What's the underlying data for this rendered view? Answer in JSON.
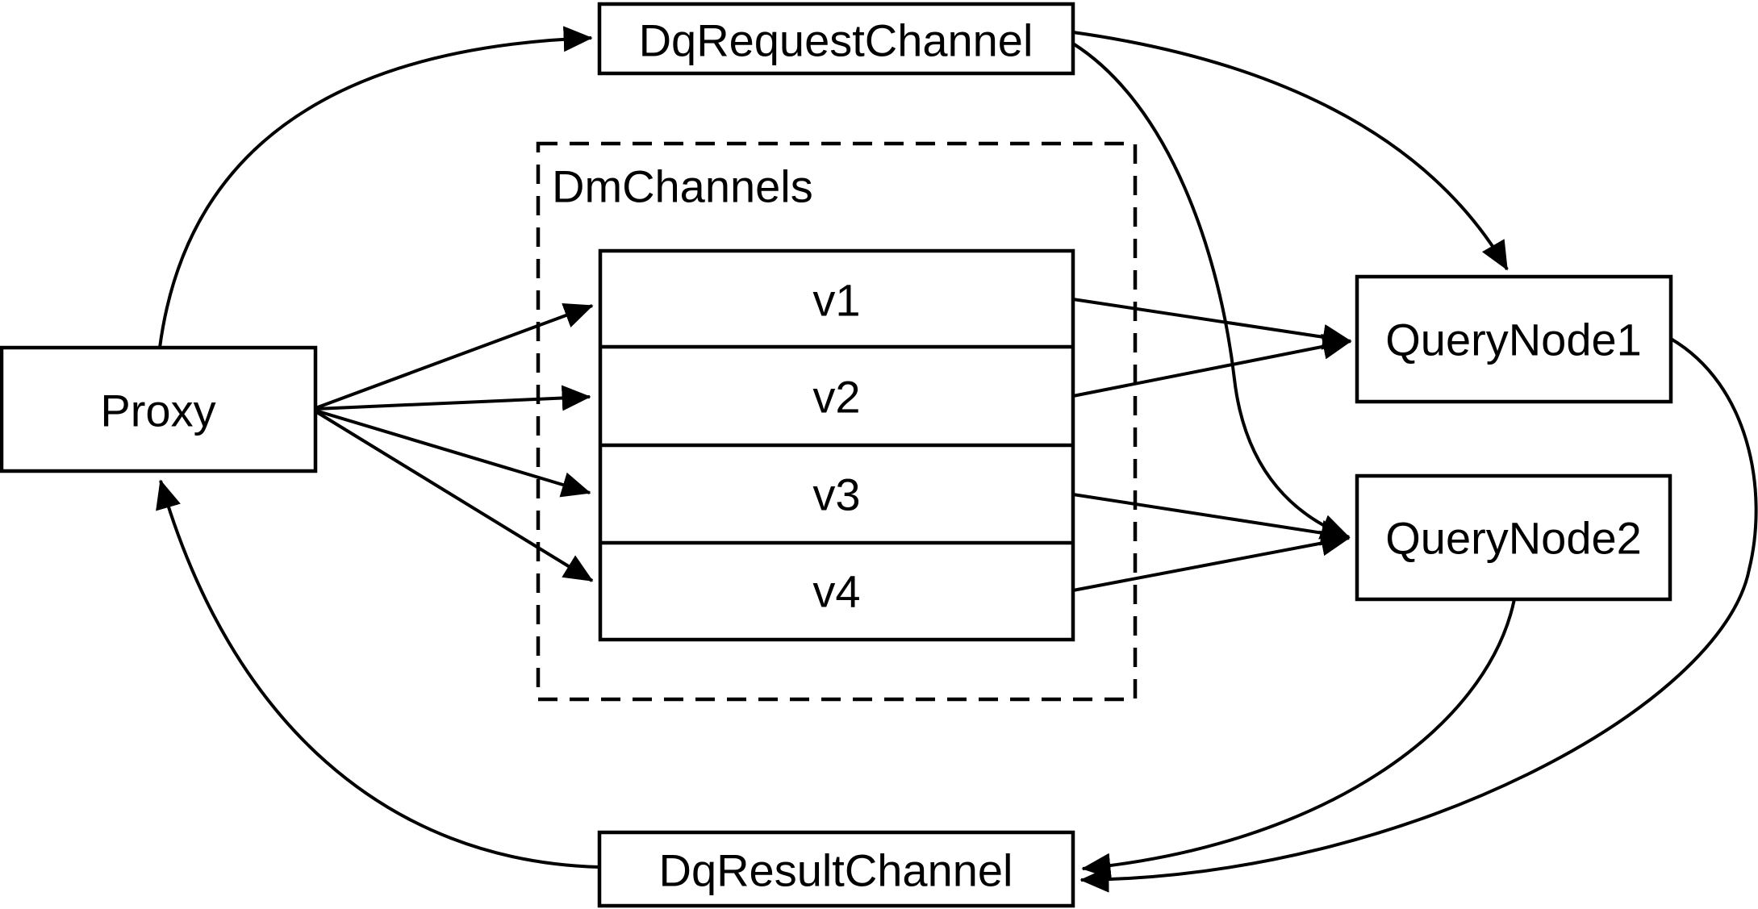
{
  "diagram": {
    "background_color": "#ffffff",
    "stroke_color": "#000000",
    "nodes": {
      "proxy": {
        "label": "Proxy"
      },
      "dq_request_channel": {
        "label": "DqRequestChannel"
      },
      "dm_channels_group": {
        "label": "DmChannels"
      },
      "v1": {
        "label": "v1"
      },
      "v2": {
        "label": "v2"
      },
      "v3": {
        "label": "v3"
      },
      "v4": {
        "label": "v4"
      },
      "query_node1": {
        "label": "QueryNode1"
      },
      "query_node2": {
        "label": "QueryNode2"
      },
      "dq_result_channel": {
        "label": "DqResultChannel"
      }
    },
    "edges": [
      {
        "from": "Proxy",
        "to": "DqRequestChannel"
      },
      {
        "from": "DqRequestChannel",
        "to": "QueryNode1"
      },
      {
        "from": "DqRequestChannel",
        "to": "QueryNode2"
      },
      {
        "from": "Proxy",
        "to": "v1"
      },
      {
        "from": "Proxy",
        "to": "v2"
      },
      {
        "from": "Proxy",
        "to": "v3"
      },
      {
        "from": "Proxy",
        "to": "v4"
      },
      {
        "from": "v1",
        "to": "QueryNode1"
      },
      {
        "from": "v2",
        "to": "QueryNode1"
      },
      {
        "from": "v3",
        "to": "QueryNode2"
      },
      {
        "from": "v4",
        "to": "QueryNode2"
      },
      {
        "from": "QueryNode1",
        "to": "DqResultChannel"
      },
      {
        "from": "QueryNode2",
        "to": "DqResultChannel"
      },
      {
        "from": "DqResultChannel",
        "to": "Proxy"
      }
    ]
  }
}
